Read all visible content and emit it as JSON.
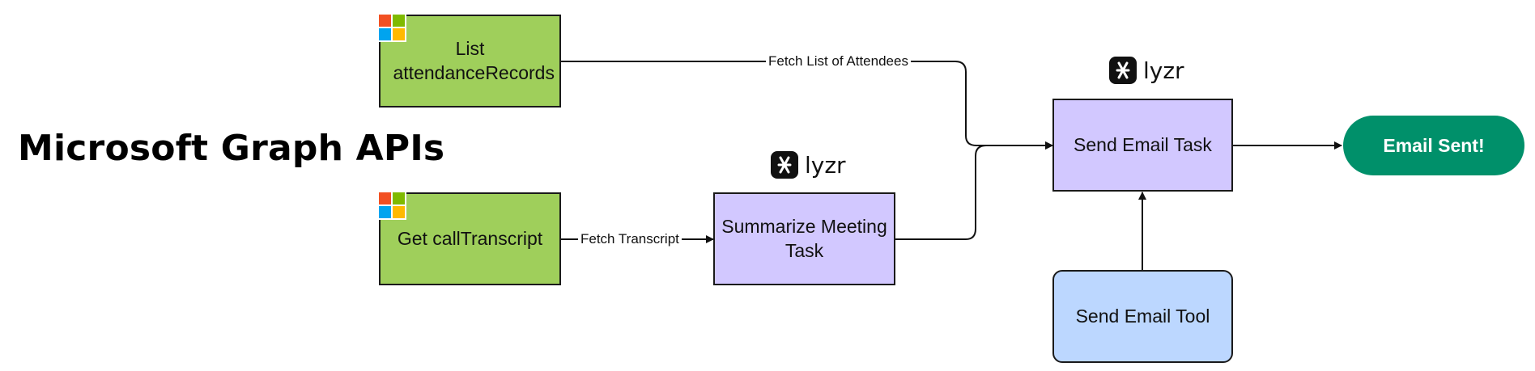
{
  "title": "Microsoft Graph APIs",
  "nodes": {
    "list_attendance": {
      "label": "List attendanceRecords"
    },
    "get_transcript": {
      "label": "Get callTranscript"
    },
    "summarize": {
      "label": "Summarize Meeting Task"
    },
    "send_email_task": {
      "label": "Send Email Task"
    },
    "send_email_tool": {
      "label": "Send Email Tool"
    },
    "email_sent": {
      "label": "Email Sent!"
    }
  },
  "edges": {
    "fetch_attendees": "Fetch List of Attendees",
    "fetch_transcript": "Fetch Transcript"
  },
  "brand": {
    "lyzr_text": "lyzr",
    "ms_colors": [
      "#f25022",
      "#7fba00",
      "#00a4ef",
      "#ffb900"
    ]
  },
  "colors": {
    "api_node": "#9fcf5b",
    "task_node": "#d2c8ff",
    "tool_node": "#bcd7ff",
    "done_node": "#00906a"
  }
}
